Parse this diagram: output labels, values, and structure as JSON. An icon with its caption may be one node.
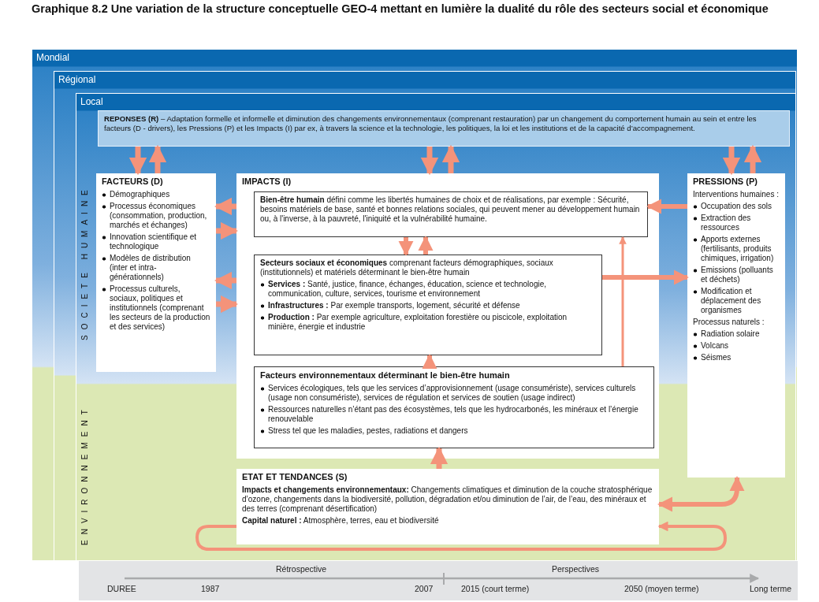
{
  "diagram": {
    "title": "Graphique 8.2 Une variation de la structure conceptuelle GEO-4 mettant en lumière la dualité du rôle des secteurs social et économique",
    "nodes": [
      {
        "text": [
          "Mondial"
        ]
      },
      {
        "text": [
          "Régional"
        ],
        "in": 0
      },
      {
        "text": [
          "Local"
        ],
        "in": 1
      },
      {
        "text": [
          "**REPONSES (R)** – Adaptation formelle et informelle et diminution des changements environnementaux (comprenant restauration) par un changement du comportement humain au sein et entre les facteurs (D - drivers), les Pressions (P) et les Impacts (I) par ex, à travers la science et la technologie, les politiques, la loi et les institutions et de la capacité d’accompagnement."
        ],
        "in": 2
      },
      {
        "text": [
          "FACTEURS (D)",
          "Démographiques",
          "Processus économiques (consommation, production, marchés et échanges)",
          "Innovation scientifique et technologique",
          "Modèles de distribution (inter et intra-générationnels)",
          "Processus culturels, sociaux, politiques et institutionnels (comprenant les secteurs de la production et des services)"
        ],
        "in": 2
      },
      {
        "text": [
          "IMPACTS (I)"
        ],
        "in": 2
      },
      {
        "text": [
          "**Bien-être humain** défini comme les libertés humaines de choix et de réalisations, par exemple : Sécurité, besoins matériels de base, santé et bonnes relations sociales, qui peuvent mener au développement humain ou, à l'inverse, à la pauvreté, l'iniquité et la vulnérabilité humaine."
        ],
        "in": 5
      },
      {
        "text": [
          "**Secteurs sociaux et économiques** comprenant facteurs démographiques, sociaux (institutionnels) et matériels déterminant le bien-être humain",
          "**Services :** Santé, justice, finance, échanges, éducation, science et technologie, communication, culture, services, tourisme et environnement",
          "**Infrastructures :** Par exemple transports, logement, sécurité et défense",
          "**Production :** Par exemple agriculture, exploitation forestière ou piscicole, exploitation minière, énergie et industrie"
        ],
        "in": 5
      },
      {
        "text": [
          "Facteurs environnementaux déterminant le bien-être humain",
          "Services écologiques, tels que les services d’approvisionnement (usage consumériste), services culturels (usage non consumériste), services de régulation et services de soutien (usage indirect)",
          "Ressources naturelles n’étant pas des écosystèmes, tels que les hydrocarbonés, les minéraux et l’énergie renouvelable",
          "Stress tel que les maladies, pestes, radiations et dangers"
        ],
        "in": 5
      },
      {
        "text": [
          "PRESSIONS (P)",
          "Interventions humaines :",
          "Occupation des sols",
          "Extraction des ressources",
          "Apports externes (fertilisants, produits chimiques, irrigation)",
          "Emissions (polluants et déchets)",
          "Modification et déplacement des organismes",
          "Processus naturels :",
          "Radiation solaire",
          "Volcans",
          "Séismes"
        ],
        "in": 2
      },
      {
        "text": [
          "ETAT ET TENDANCES (S)",
          "**Impacts et changements environnementaux:** Changements climatiques et diminution de la couche stratosphérique d’ozone, changements dans la biodiversité, pollution, dégradation et/ou diminution de l’air, de l’eau, des minéraux et des terres (comprenant désertification)",
          "**Capital naturel :** Atmosphère, terres, eau et biodiversité"
        ],
        "in": 2
      }
    ],
    "edges": [
      {
        "from": 3,
        "to": 4,
        "arrow": "to"
      },
      {
        "from": 4,
        "to": 3,
        "arrow": "to"
      },
      {
        "from": 3,
        "to": 5,
        "arrow": "to"
      },
      {
        "from": 5,
        "to": 3,
        "arrow": "to"
      },
      {
        "from": 3,
        "to": 9,
        "arrow": "to"
      },
      {
        "from": 9,
        "to": 3,
        "arrow": "to"
      },
      {
        "from": 5,
        "to": 4,
        "arrow": "to"
      },
      {
        "from": 4,
        "to": 5,
        "arrow": "to"
      },
      {
        "from": 5,
        "to": 4,
        "arrow": "to"
      },
      {
        "from": 4,
        "to": 5,
        "arrow": "to"
      },
      {
        "from": 6,
        "to": 7,
        "arrow": "to"
      },
      {
        "from": 7,
        "to": 6,
        "arrow": "to"
      },
      {
        "from": 8,
        "to": 7,
        "arrow": "to"
      },
      {
        "from": 8,
        "to": 6,
        "arrow": "to"
      },
      {
        "from": 7,
        "to": 9,
        "arrow": "to"
      },
      {
        "from": 9,
        "to": 6,
        "arrow": "to"
      },
      {
        "from": 10,
        "to": 8,
        "arrow": "to"
      },
      {
        "from": 10,
        "to": 9,
        "arrow": "both"
      },
      {
        "from": 10,
        "to": 10,
        "arrow": "to"
      }
    ],
    "labels": [
      "SOCIETE HUMAINE",
      "ENVIRONNEMENT",
      "Rétrospective",
      "Perspectives",
      "DUREE",
      "1987",
      "2007",
      "2015 (court terme)",
      "2050 (moyen terme)",
      "Long terme"
    ]
  }
}
